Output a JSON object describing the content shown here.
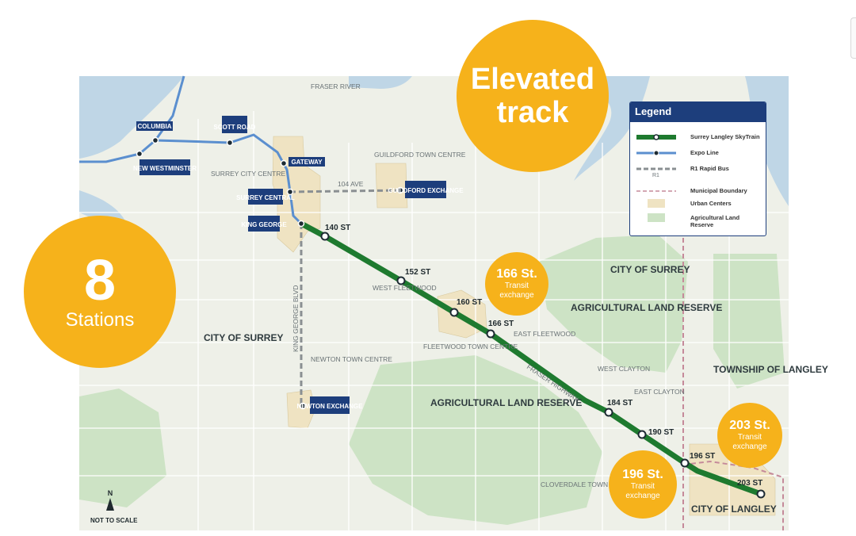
{
  "colors": {
    "skytrain": "#1e7a2f",
    "expo": "#5b8fcf",
    "rapidbus": "#8a8f92",
    "boundary": "#c58a9a",
    "urban": "#efe3c2",
    "alr": "#cde3c5",
    "land": "#eef0e8",
    "water": "#bfd6e6",
    "accent": "#f6b21b",
    "navy": "#1d3e7c"
  },
  "bubbles": {
    "elevated": "Elevated track",
    "stations_count": "8",
    "stations_label": "Stations",
    "ex166_title": "166 St.",
    "ex166_sub": "Transit exchange",
    "ex196_title": "196 St.",
    "ex196_sub": "Transit exchange",
    "ex203_title": "203 St.",
    "ex203_sub": "Transit exchange"
  },
  "legend": {
    "title": "Legend",
    "skytrain": "Surrey Langley SkyTrain",
    "expo": "Expo Line",
    "rapidbus": "R1 Rapid Bus",
    "rapidbus_code": "R1",
    "boundary": "Municipal Boundary",
    "urban": "Urban Centers",
    "alr": "Agricultural Land Reserve"
  },
  "map": {
    "fraser_river": "FRASER RIVER",
    "surrey_city_centre": "SURREY CITY CENTRE",
    "guildford_town_centre": "GUILDFORD TOWN CENTRE",
    "ave104": "104 AVE",
    "west_fleetwood": "WEST FLEETWOOD",
    "east_fleetwood": "EAST FLEETWOOD",
    "fleetwood_town_centre": "FLEETWOOD TOWN CENTRE",
    "newton_town_centre": "NEWTON TOWN CENTRE",
    "king_george_blvd": "KING GEORGE BLVD",
    "fraser_highway": "FRASER HIGHWAY",
    "west_clayton": "WEST CLAYTON",
    "east_clayton": "EAST CLAYTON",
    "cloverdale_town_centre": "CLOVERDALE TOWN CENTRE",
    "city_of_surrey_west": "CITY OF SURREY",
    "city_of_surrey_east": "CITY OF SURREY",
    "alr_north": "AGRICULTURAL LAND RESERVE",
    "alr_south": "AGRICULTURAL LAND RESERVE",
    "township_of_langley": "TOWNSHIP OF LANGLEY",
    "city_of_langley": "CITY OF LANGLEY",
    "north": "N",
    "not_to_scale": "NOT TO SCALE"
  },
  "boxes": {
    "columbia": "COLUMBIA",
    "scott_road": "SCOTT ROAD",
    "new_westminster": "NEW WESTMINSTER",
    "gateway": "GATEWAY",
    "surrey_central": "SURREY CENTRAL",
    "king_george": "KING GEORGE",
    "guildford_exchange": "GUILDFORD EXCHANGE",
    "newton_exchange": "NEWTON EXCHANGE"
  },
  "stations": {
    "s140": "140 ST",
    "s152": "152 ST",
    "s160": "160 ST",
    "s166": "166 ST",
    "s184": "184 ST",
    "s190": "190 ST",
    "s196": "196 ST",
    "s203": "203 ST"
  }
}
